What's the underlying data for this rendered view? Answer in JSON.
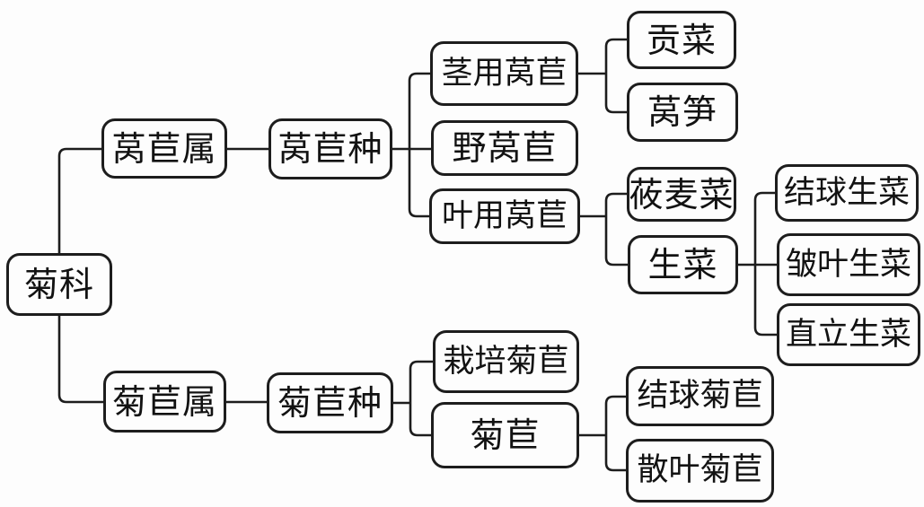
{
  "diagram": {
    "type": "tree",
    "direction": "left-to-right",
    "colors": {
      "line": "#1d1d1d",
      "box_border": "#1d1d1d",
      "box_fill": "#fdfdfd",
      "text": "#121212",
      "background": "#fdfdfd"
    },
    "nodes": {
      "family": {
        "label": "菊科"
      },
      "lactuca_genus": {
        "label": "莴苣属"
      },
      "lettuce_species": {
        "label": "莴苣种"
      },
      "stem_lettuce": {
        "label": "茎用莴苣"
      },
      "wild_lettuce": {
        "label": "野莴苣"
      },
      "leaf_lettuce": {
        "label": "叶用莴苣"
      },
      "gongcai": {
        "label": "贡菜"
      },
      "wosun": {
        "label": "莴笋"
      },
      "youmaicai": {
        "label": "莜麦菜"
      },
      "shengcai": {
        "label": "生菜"
      },
      "head_lettuce": {
        "label": "结球生菜"
      },
      "crinkled_lettuce": {
        "label": "皱叶生菜"
      },
      "upright_lettuce": {
        "label": "直立生菜"
      },
      "cichorium_genus": {
        "label": "菊苣属"
      },
      "chicory_species": {
        "label": "菊苣种"
      },
      "cultivated_chicory": {
        "label": "栽培菊苣"
      },
      "chicory": {
        "label": "菊苣"
      },
      "head_chicory": {
        "label": "结球菊苣"
      },
      "loose_leaf_chicory": {
        "label": "散叶菊苣"
      }
    },
    "edges": [
      {
        "from": "family",
        "to": "lactuca_genus"
      },
      {
        "from": "family",
        "to": "cichorium_genus"
      },
      {
        "from": "lactuca_genus",
        "to": "lettuce_species"
      },
      {
        "from": "lettuce_species",
        "to": "stem_lettuce"
      },
      {
        "from": "lettuce_species",
        "to": "wild_lettuce"
      },
      {
        "from": "lettuce_species",
        "to": "leaf_lettuce"
      },
      {
        "from": "stem_lettuce",
        "to": "gongcai"
      },
      {
        "from": "stem_lettuce",
        "to": "wosun"
      },
      {
        "from": "leaf_lettuce",
        "to": "youmaicai"
      },
      {
        "from": "leaf_lettuce",
        "to": "shengcai"
      },
      {
        "from": "shengcai",
        "to": "head_lettuce"
      },
      {
        "from": "shengcai",
        "to": "crinkled_lettuce"
      },
      {
        "from": "shengcai",
        "to": "upright_lettuce"
      },
      {
        "from": "cichorium_genus",
        "to": "chicory_species"
      },
      {
        "from": "chicory_species",
        "to": "cultivated_chicory"
      },
      {
        "from": "chicory_species",
        "to": "chicory"
      },
      {
        "from": "chicory",
        "to": "head_chicory"
      },
      {
        "from": "chicory",
        "to": "loose_leaf_chicory"
      }
    ]
  }
}
